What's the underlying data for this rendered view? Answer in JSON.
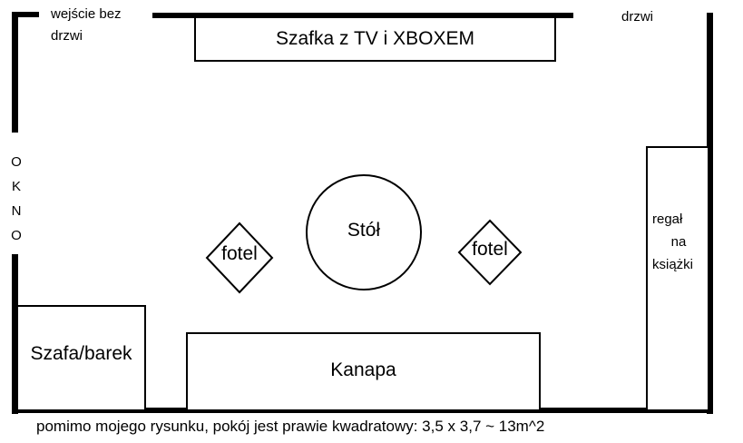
{
  "labels": {
    "entry": "wejście bez drzwi",
    "door": "drzwi",
    "window_letters": [
      "O",
      "K",
      "N",
      "O"
    ],
    "tv_cabinet": "Szafka z TV i XBOXEM",
    "table": "Stół",
    "armchair_left": "fotel",
    "armchair_right": "fotel",
    "bookshelf": [
      "regał",
      "na",
      "książki"
    ],
    "wardrobe": "Szafa/barek",
    "sofa": "Kanapa",
    "note": "pomimo mojego rysunku, pokój jest prawie kwadratowy: 3,5 x 3,7 ~ 13m^2"
  }
}
